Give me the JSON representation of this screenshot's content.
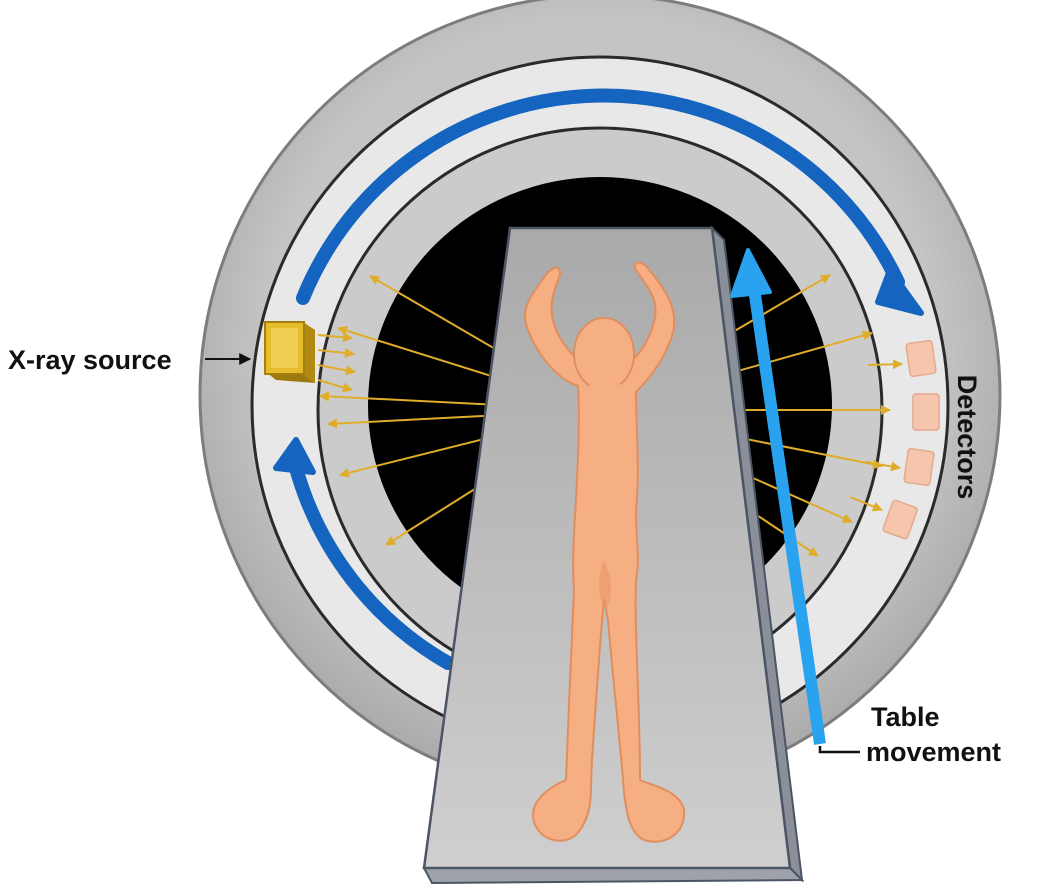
{
  "labels": {
    "xray_source": "X-ray source",
    "detectors": "Detectors",
    "table_line1": "Table",
    "table_line2": "movement"
  },
  "colors": {
    "gantry_outer": "#b9b9b9",
    "gantry_ring": "#e6e6e6",
    "gantry_inner": "#c9c9c9",
    "bore": "#000000",
    "table_top": "#b5b5b5",
    "table_side": "#8a8f99",
    "body": "#f6ae83",
    "body_shade": "#e89565",
    "source": "#e7bb2c",
    "detector": "#f5c6ad",
    "ray": "#e0ad2a",
    "rotation_arrow": "#1565c0",
    "table_arrow": "#29a3f0"
  }
}
